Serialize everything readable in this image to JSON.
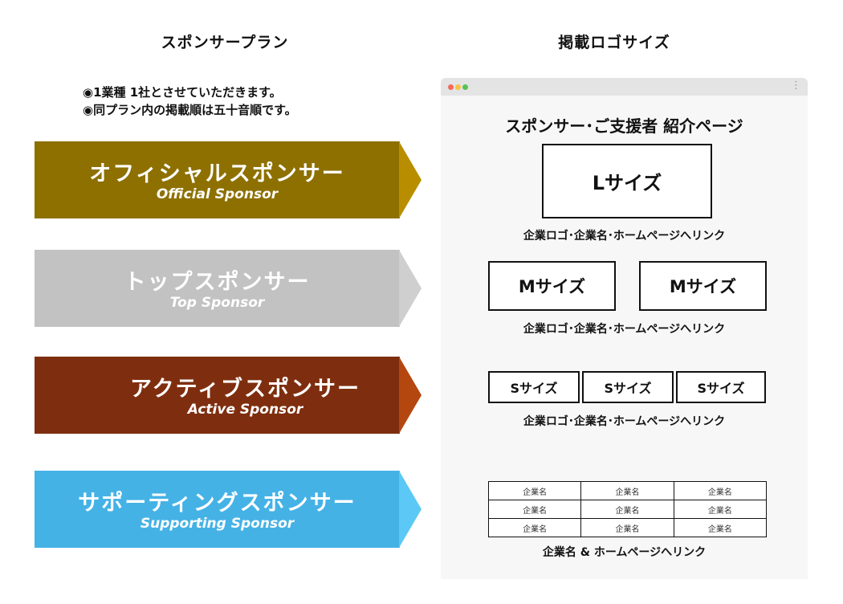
{
  "headings": {
    "left": "スポンサープラン",
    "right": "掲載ロゴサイズ"
  },
  "notes": [
    "◉1業種 1社とさせていただきます。",
    "◉同プラン内の掲載順は五十音順です。"
  ],
  "plans": [
    {
      "ja": "オフィシャルスポンサー",
      "en": "Official Sponsor",
      "color": "#8d7000"
    },
    {
      "ja": "トップスポンサー",
      "en": "Top Sponsor",
      "color": "#c2c2c2"
    },
    {
      "ja": "アクティブスポンサー",
      "en": "Active Sponsor",
      "color": "#7e2e0f"
    },
    {
      "ja": "サポーティングスポンサー",
      "en": "Supporting Sponsor",
      "color": "#45b2e6"
    }
  ],
  "browser": {
    "page_title": "スポンサー･ご支援者 紹介ページ",
    "l_box": "Lサイズ",
    "m_boxes": [
      "Mサイズ",
      "Mサイズ"
    ],
    "s_boxes": [
      "Sサイズ",
      "Sサイズ",
      "Sサイズ"
    ],
    "caption_logo": "企業ロゴ･企業名･ホームページへリンク",
    "table_rows": [
      [
        "企業名",
        "企業名",
        "企業名"
      ],
      [
        "企業名",
        "企業名",
        "企業名"
      ],
      [
        "企業名",
        "企業名",
        "企業名"
      ]
    ],
    "caption_table": "企業名 & ホームページへリンク"
  }
}
